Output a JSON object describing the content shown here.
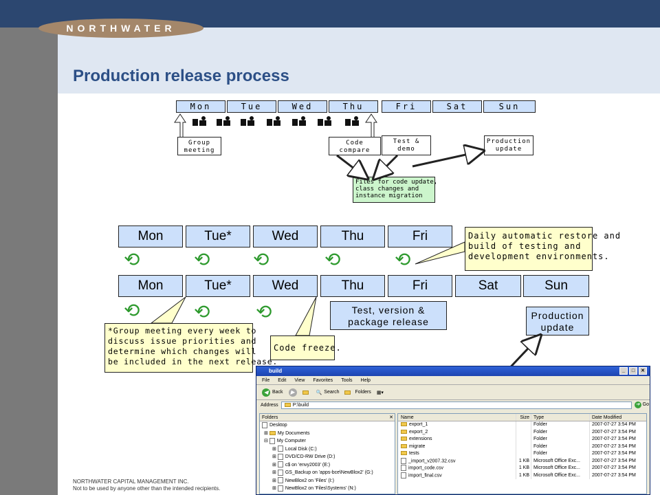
{
  "header": {
    "logo": "NORTHWATER",
    "title": "Production release process"
  },
  "footer": {
    "line1": "NORTHWATER  CAPITAL MANAGEMENT INC.",
    "line2": "Not to be used by anyone other than the intended recipients."
  },
  "top_diagram": {
    "days": [
      "Mon",
      "Tue",
      "Wed",
      "Thu",
      "Fri",
      "Sat",
      "Sun"
    ],
    "group_meeting": "Group\nmeeting",
    "code_compare": "Code\ncompare",
    "test_demo": "Test &\ndemo",
    "production_update": "Production\nupdate",
    "files_note": "Files for code update,\nclass changes and\ninstance migration"
  },
  "middle_diagram": {
    "days": [
      "Mon",
      "Tue*",
      "Wed",
      "Thu",
      "Fri"
    ],
    "callout": "Daily automatic restore and\nbuild of testing and\ndevelopment environments."
  },
  "bottom_diagram": {
    "days": [
      "Mon",
      "Tue*",
      "Wed",
      "Thu",
      "Fri",
      "Sat",
      "Sun"
    ],
    "test_release": "Test, version &\npackage release",
    "production_update": "Production\nupdate",
    "group_note": "*Group meeting every week to\ndiscuss issue priorities and\ndetermine which changes will\nbe included in the next release.",
    "code_freeze": "Code freeze."
  },
  "explorer": {
    "title": "build",
    "menu": [
      "File",
      "Edit",
      "View",
      "Favorites",
      "Tools",
      "Help"
    ],
    "toolbar": {
      "back": "Back",
      "search": "Search",
      "folders": "Folders"
    },
    "address_label": "Address",
    "address_value": "P:\\build",
    "go": "Go",
    "folders_header": "Folders",
    "tree": [
      "Desktop",
      "My Documents",
      "My Computer",
      "Local Disk (C:)",
      "DVD/CD-RW Drive (D:)",
      "c$ on 'envy2003' (E:)",
      "GS_Backup on 'apps-bce\\NewBlox2' (G:)",
      "NewBlox2 on 'Files' (I:)",
      "NewBlox2 on 'Files\\Systems' (N:)"
    ],
    "columns": [
      "Name",
      "Size",
      "Type",
      "Date Modified"
    ],
    "files": [
      {
        "name": "export_1",
        "size": "",
        "type": "Folder",
        "date": "2007-07-27 3:54 PM",
        "kind": "folder"
      },
      {
        "name": "export_2",
        "size": "",
        "type": "Folder",
        "date": "2007-07-27 3:54 PM",
        "kind": "folder"
      },
      {
        "name": "extensions",
        "size": "",
        "type": "Folder",
        "date": "2007-07-27 3:54 PM",
        "kind": "folder"
      },
      {
        "name": "migrate",
        "size": "",
        "type": "Folder",
        "date": "2007-07-27 3:54 PM",
        "kind": "folder"
      },
      {
        "name": "tests",
        "size": "",
        "type": "Folder",
        "date": "2007-07-27 3:54 PM",
        "kind": "folder"
      },
      {
        "name": "_import_v2007.32.csv",
        "size": "1 KB",
        "type": "Microsoft Office Exc...",
        "date": "2007-07-27 3:54 PM",
        "kind": "file"
      },
      {
        "name": "import_code.csv",
        "size": "1 KB",
        "type": "Microsoft Office Exc...",
        "date": "2007-07-27 3:54 PM",
        "kind": "file"
      },
      {
        "name": "import_final.csv",
        "size": "1 KB",
        "type": "Microsoft Office Exc...",
        "date": "2007-07-27 3:54 PM",
        "kind": "file"
      }
    ]
  },
  "colors": {
    "navy": "#2c4770",
    "title_blue": "#2c4f86",
    "box_blue": "#cce0fb",
    "note_yellow": "#ffffcc",
    "note_green": "#ccf5cc",
    "logo_tan": "#a4876a"
  }
}
